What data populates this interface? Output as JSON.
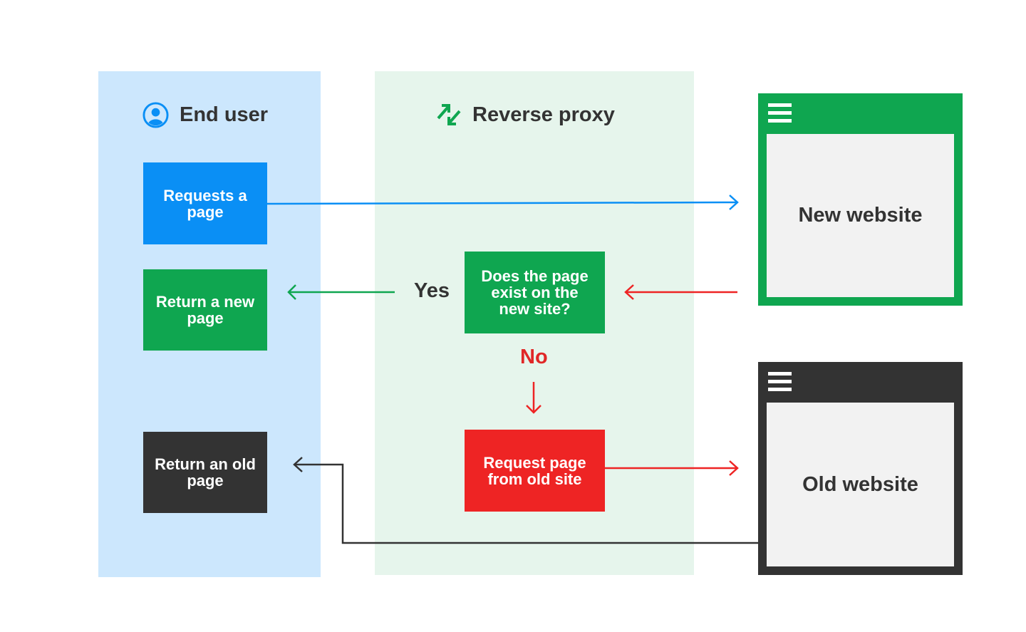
{
  "lanes": {
    "user": {
      "title": "End user"
    },
    "proxy": {
      "title": "Reverse proxy"
    }
  },
  "nodes": {
    "request_page": {
      "line1": "Requests a",
      "line2": "page"
    },
    "return_new": {
      "line1": "Return a new",
      "line2": "page"
    },
    "return_old": {
      "line1": "Return an old",
      "line2": "page"
    },
    "decision": {
      "line1": "Does the page",
      "line2": "exist on the",
      "line3": "new site?"
    },
    "request_old": {
      "line1": "Request page",
      "line2": "from old site"
    }
  },
  "labels": {
    "yes": "Yes",
    "no": "No"
  },
  "sites": {
    "new": {
      "label": "New website"
    },
    "old": {
      "label": "Old website"
    }
  },
  "colors": {
    "user_lane": "#cce7fd",
    "proxy_lane": "#e6f5ec",
    "blue": "#0a8ff5",
    "green": "#0fa650",
    "red": "#ee2424",
    "dark": "#333333"
  },
  "icons": {
    "user": "user-circle-icon",
    "proxy": "swap-arrows-icon",
    "site_menu": "hamburger-menu-icon"
  }
}
